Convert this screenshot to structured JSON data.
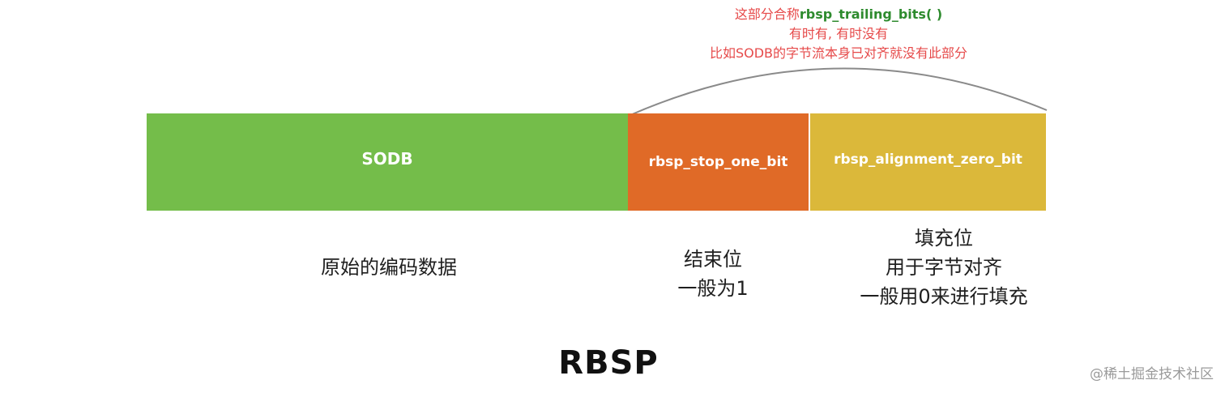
{
  "annotation": {
    "prefix": "这部分合称",
    "term": "rbsp_trailing_bits( )",
    "line2": "有时有, 有时没有",
    "line3": "比如SODB的字节流本身已对齐就没有此部分"
  },
  "segments": {
    "sodb": {
      "label": "SODB",
      "color": "#74bd4a"
    },
    "stop": {
      "label": "rbsp_stop_one_bit",
      "color": "#e06a27"
    },
    "align": {
      "label": "rbsp_alignment_zero_bit",
      "color": "#dbb83a"
    }
  },
  "descriptions": {
    "sodb": [
      "原始的编码数据"
    ],
    "stop": [
      "结束位",
      "一般为1"
    ],
    "align": [
      "填充位",
      "用于字节对齐",
      "一般用0来进行填充"
    ]
  },
  "title": "RBSP",
  "watermark": "@稀土掘金技术社区",
  "colors": {
    "annotation_text": "#e64a4a",
    "annotation_term": "#2e8b2e",
    "arc": "#8a8a8a"
  }
}
